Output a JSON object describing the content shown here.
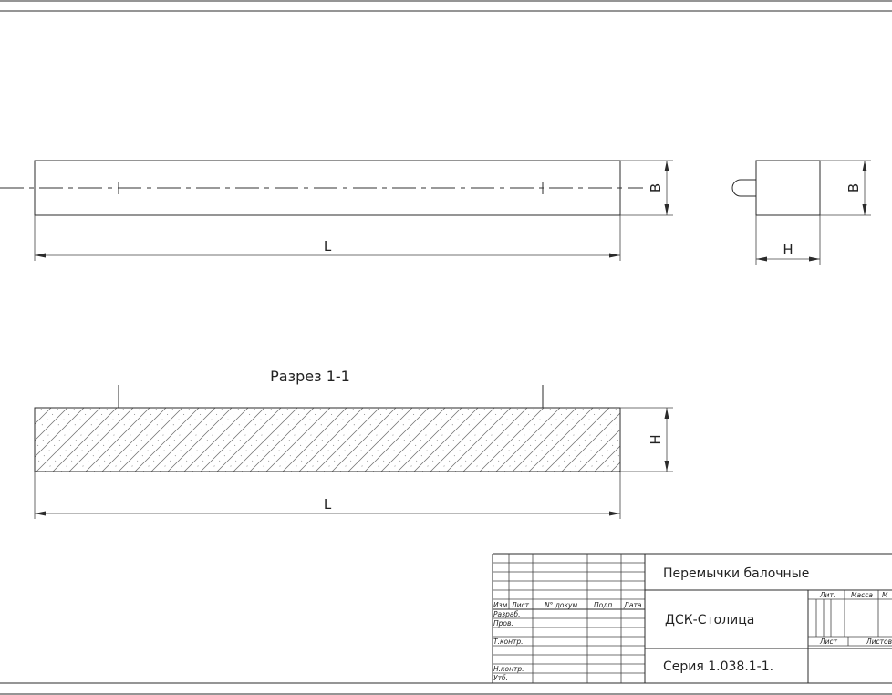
{
  "beam_view": {
    "length_label": "L",
    "width_label": "B"
  },
  "end_view": {
    "height_label": "H",
    "width_label": "B"
  },
  "section": {
    "title": "Разрез 1-1",
    "length_label": "L",
    "height_label": "H"
  },
  "title_block": {
    "product_name": "Перемычки балочные",
    "organization": "ДСК-Столица",
    "series": "Серия 1.038.1-1.",
    "headers": {
      "izm": "Изм",
      "list": "Лист",
      "doc_no": "N° докум.",
      "sign": "Подп.",
      "date": "Дата"
    },
    "roles": {
      "developed": "Разраб.",
      "checked": "Пров.",
      "tech_control": "Т.контр.",
      "norm_control": "Н.контр.",
      "approved": "Утб."
    },
    "stage": {
      "lit": "Лит.",
      "mass": "Масса",
      "scale": "М",
      "sheet": "Лист",
      "sheets": "Листов"
    }
  }
}
